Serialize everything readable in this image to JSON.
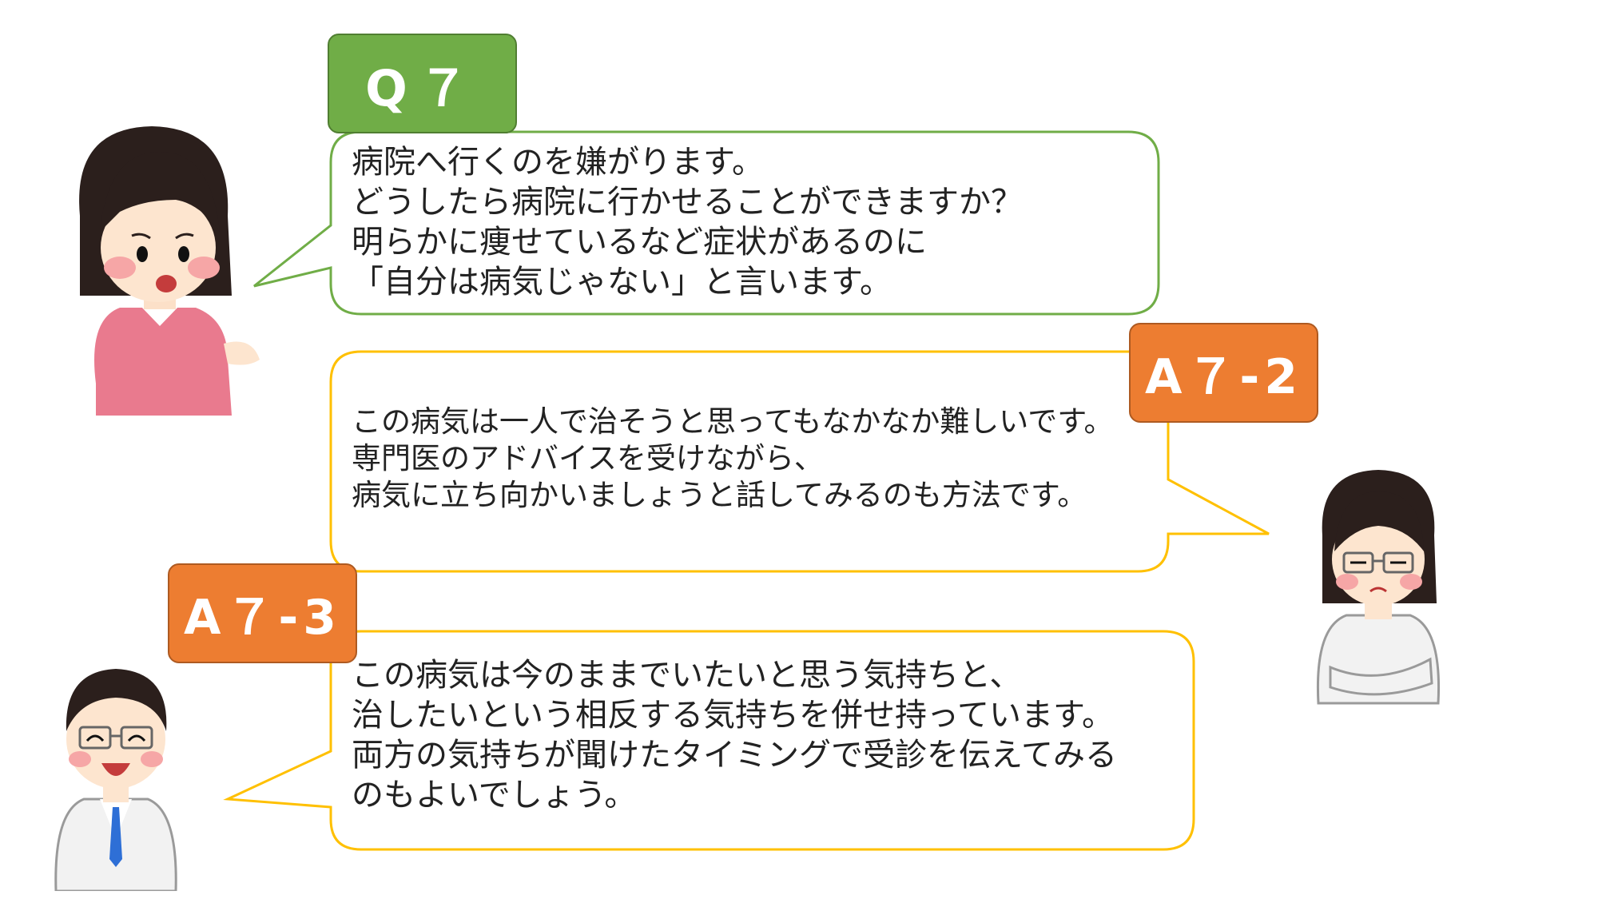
{
  "question": {
    "label": "Q７",
    "lines": [
      "病院へ行くのを嫌がります。",
      "どうしたら病院に行かせることができますか？",
      "明らかに痩せているなど症状があるのに",
      "「自分は病気じゃない」と言います。"
    ]
  },
  "answer_2": {
    "label": "A７-2",
    "lines": [
      "この病気は一人で治そうと思ってもなかなか難しいです。",
      "専門医のアドバイスを受けながら、",
      "病気に立ち向かいましょうと話してみるのも方法です。"
    ]
  },
  "answer_3": {
    "label": "A７-3",
    "lines": [
      "この病気は今のままでいたいと思う気持ちと、",
      "治したいという相反する気持ちを併せ持っています。",
      "両方の気持ちが聞けたタイミングで受診を伝えてみる",
      "のもよいでしょう。"
    ]
  },
  "colors": {
    "question_accent": "#70ad47",
    "answer_accent": "#ed7d31",
    "answer_bubble_border": "#ffc000"
  },
  "illustrations": [
    "mother-illustration",
    "female-doctor-illustration",
    "male-doctor-illustration"
  ]
}
